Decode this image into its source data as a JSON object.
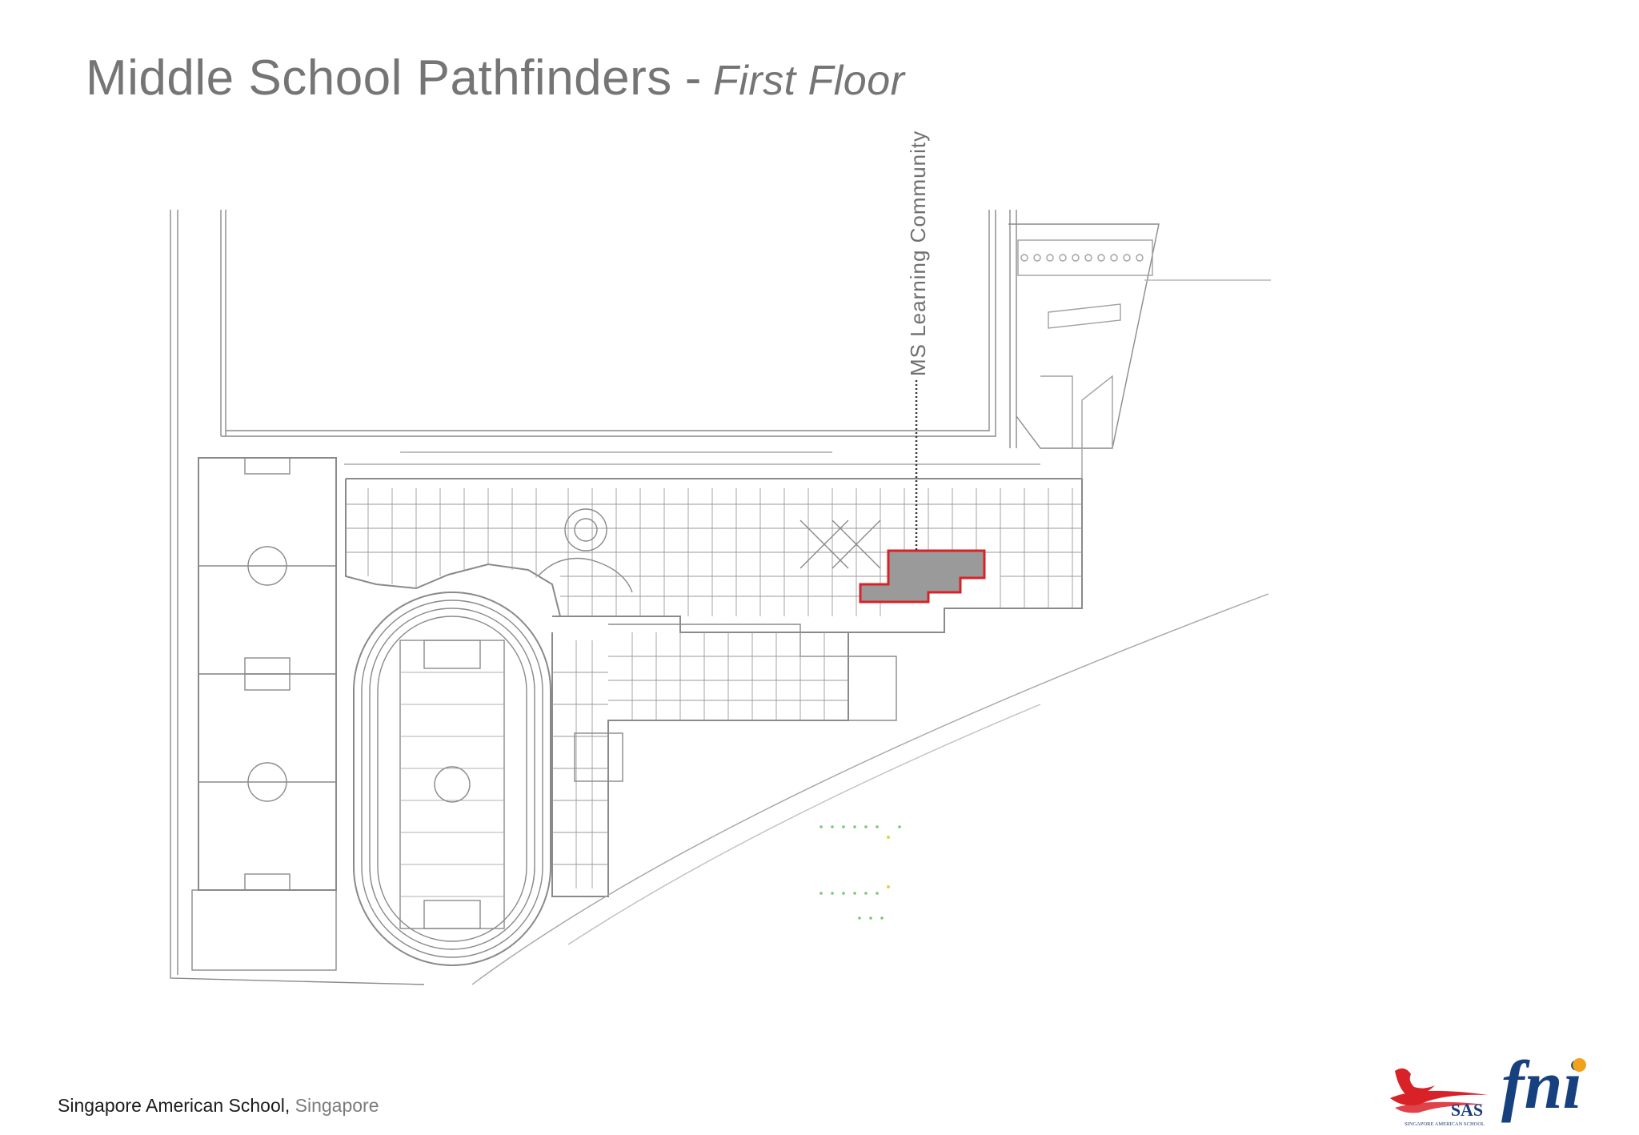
{
  "header": {
    "title_main": "Middle School Pathfinders",
    "separator": "-",
    "title_sub": "First Floor"
  },
  "callout": {
    "label": "MS Learning Community",
    "highlight_color": "#d92128",
    "highlight_fill": "#9a9a9a"
  },
  "footer": {
    "school": "Singapore American School",
    "location": "Singapore"
  },
  "logos": {
    "sas": {
      "text": "SAS",
      "subtext": "SINGAPORE AMERICAN SCHOOL",
      "icon": "eagle-icon",
      "color": "#1a3d7c",
      "accent": "#d92128"
    },
    "fni": {
      "text": "fni",
      "color": "#17407e",
      "accent": "#f0a21d"
    }
  },
  "colors": {
    "title": "#757575",
    "plan_lines": "#7a7a7a"
  }
}
